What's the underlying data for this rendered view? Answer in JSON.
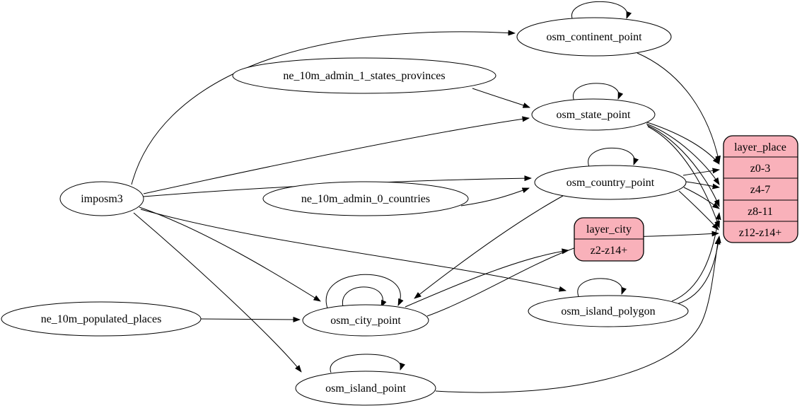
{
  "diagram": {
    "type": "graphviz-dependency-graph",
    "description": "ETL mapping graph: data sources feed OSM place tables which feed layer zoom-level outputs",
    "colors": {
      "background": "#ffffff",
      "edge": "#000000",
      "node_fill": "#ffffff",
      "node_stroke": "#000000",
      "record_fill": "#f9b1ba"
    },
    "nodes": {
      "imposm3": {
        "label": "imposm3",
        "shape": "ellipse"
      },
      "ne_states": {
        "label": "ne_10m_admin_1_states_provinces",
        "shape": "ellipse"
      },
      "ne_countries": {
        "label": "ne_10m_admin_0_countries",
        "shape": "ellipse"
      },
      "ne_places": {
        "label": "ne_10m_populated_places",
        "shape": "ellipse"
      },
      "continent": {
        "label": "osm_continent_point",
        "shape": "ellipse"
      },
      "state": {
        "label": "osm_state_point",
        "shape": "ellipse"
      },
      "country": {
        "label": "osm_country_point",
        "shape": "ellipse"
      },
      "city": {
        "label": "osm_city_point",
        "shape": "ellipse"
      },
      "island_polygon": {
        "label": "osm_island_polygon",
        "shape": "ellipse"
      },
      "island_point": {
        "label": "osm_island_point",
        "shape": "ellipse"
      },
      "layer_city": {
        "title": "layer_city",
        "rows": [
          "z2-z14+"
        ],
        "shape": "record"
      },
      "layer_place": {
        "title": "layer_place",
        "rows": [
          "z0-3",
          "z4-7",
          "z8-11",
          "z12-z14+"
        ],
        "shape": "record"
      }
    },
    "edges": [
      {
        "from": "imposm3",
        "to": "osm_continent_point"
      },
      {
        "from": "imposm3",
        "to": "osm_state_point"
      },
      {
        "from": "imposm3",
        "to": "osm_country_point"
      },
      {
        "from": "imposm3",
        "to": "osm_city_point"
      },
      {
        "from": "imposm3",
        "to": "osm_island_polygon"
      },
      {
        "from": "imposm3",
        "to": "osm_island_point"
      },
      {
        "from": "ne_10m_admin_1_states_provinces",
        "to": "osm_state_point"
      },
      {
        "from": "ne_10m_admin_0_countries",
        "to": "osm_country_point"
      },
      {
        "from": "ne_10m_populated_places",
        "to": "osm_city_point"
      },
      {
        "from": "osm_continent_point",
        "to": "osm_continent_point",
        "self_loop": true
      },
      {
        "from": "osm_state_point",
        "to": "osm_state_point",
        "self_loop": true
      },
      {
        "from": "osm_country_point",
        "to": "osm_country_point",
        "self_loop": true
      },
      {
        "from": "osm_city_point",
        "to": "osm_city_point",
        "self_loop": true
      },
      {
        "from": "osm_city_point",
        "to": "osm_city_point",
        "self_loop": true
      },
      {
        "from": "osm_island_polygon",
        "to": "osm_island_polygon",
        "self_loop": true
      },
      {
        "from": "osm_island_point",
        "to": "osm_island_point",
        "self_loop": true
      },
      {
        "from": "osm_country_point",
        "to": "osm_city_point"
      },
      {
        "from": "osm_continent_point",
        "to": "layer_place",
        "to_row": "z0-3"
      },
      {
        "from": "osm_state_point",
        "to": "layer_place",
        "to_row": "z0-3"
      },
      {
        "from": "osm_state_point",
        "to": "layer_place",
        "to_row": "z4-7"
      },
      {
        "from": "osm_state_point",
        "to": "layer_place",
        "to_row": "z8-11"
      },
      {
        "from": "osm_state_point",
        "to": "layer_place",
        "to_row": "z12-z14+"
      },
      {
        "from": "osm_country_point",
        "to": "layer_place",
        "to_row": "z0-3"
      },
      {
        "from": "osm_country_point",
        "to": "layer_place",
        "to_row": "z4-7"
      },
      {
        "from": "osm_country_point",
        "to": "layer_place",
        "to_row": "z8-11"
      },
      {
        "from": "osm_country_point",
        "to": "layer_place",
        "to_row": "z12-z14+"
      },
      {
        "from": "osm_city_point",
        "to": "layer_city",
        "to_row": "z2-z14+"
      },
      {
        "from": "osm_city_point",
        "to": "layer_place",
        "to_row": "z12-z14+"
      },
      {
        "from": "osm_island_polygon",
        "to": "layer_place",
        "to_row": "z8-11"
      },
      {
        "from": "osm_island_polygon",
        "to": "layer_place",
        "to_row": "z12-z14+"
      },
      {
        "from": "osm_island_point",
        "to": "layer_place",
        "to_row": "z12-z14+"
      }
    ]
  }
}
